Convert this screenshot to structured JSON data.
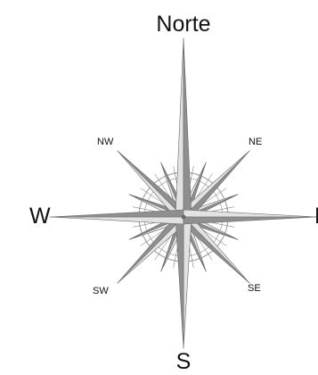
{
  "labels": {
    "north": "Norte",
    "south": "S",
    "west": "W",
    "east": "E",
    "northwest": "NW",
    "northeast": "NE",
    "southwest": "SW",
    "southeast": "SE"
  },
  "colors": {
    "background": "#ffffff",
    "text": "#111111",
    "point_light": "#e2e2e2",
    "point_dark": "#8f8f8f",
    "outline": "#6a6a6a",
    "rings": "#a8a8a8"
  }
}
